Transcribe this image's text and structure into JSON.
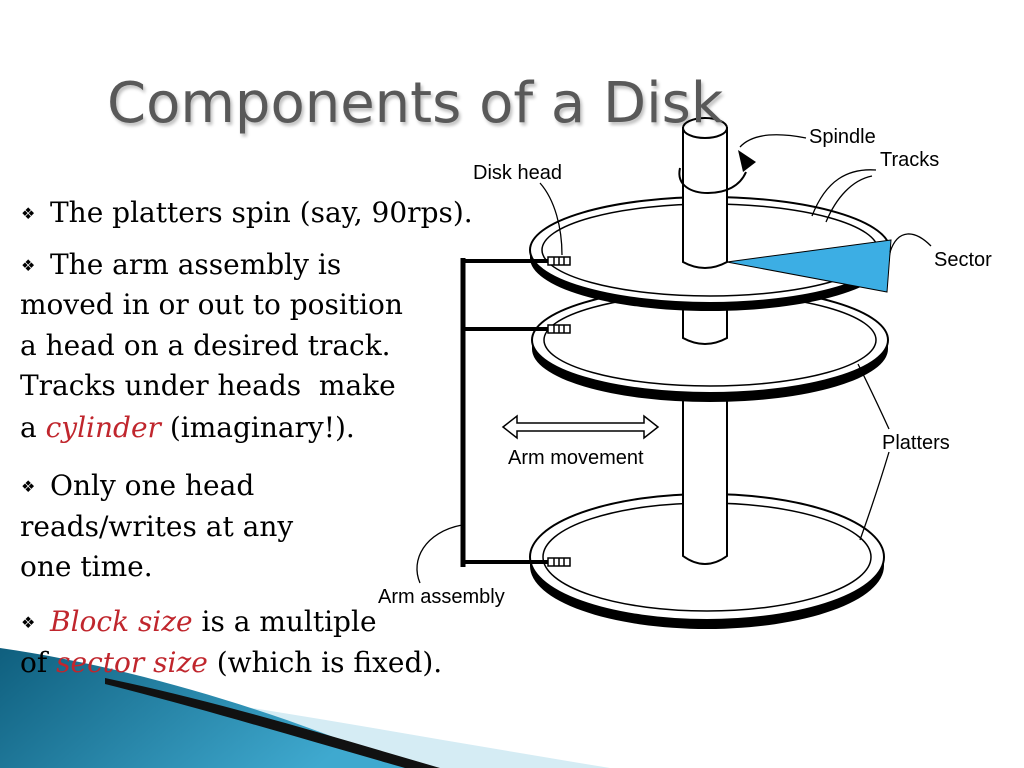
{
  "slide": {
    "title": "Components of a Disk",
    "bullet_glyph": "❖",
    "bullets": [
      {
        "lines": [
          [
            "The platters spin (say, 90rps)."
          ]
        ]
      },
      {
        "lines": [
          [
            "The arm assembly is"
          ],
          [
            "moved in or out to position"
          ],
          [
            "a head on a desired track."
          ],
          [
            "Tracks under heads  make"
          ],
          [
            "a ",
            "cylinder",
            " (imaginary!)."
          ]
        ]
      },
      {
        "lines": [
          [
            "Only one head"
          ],
          [
            "reads/writes at any"
          ],
          [
            "one time."
          ]
        ]
      },
      {
        "lines": [
          [
            "Block size",
            " is a multiple"
          ],
          [
            "of ",
            "sector size",
            " (which is fixed)."
          ]
        ]
      }
    ]
  },
  "diagram": {
    "labels": {
      "spindle": "Spindle",
      "tracks": "Tracks",
      "disk_head": "Disk head",
      "sector": "Sector",
      "platters": "Platters",
      "arm_movement": "Arm movement",
      "arm_assembly": "Arm assembly"
    },
    "icons": {
      "bullet": "diamond-bullet-icon",
      "rotation": "rotation-arrow-icon",
      "arm_movement": "double-arrow-icon"
    }
  },
  "colors": {
    "title": "#595959",
    "body_text": "#000000",
    "emphasis": "#c0262d",
    "sector": "#3caee4",
    "decoration_dark": "#0f5f7e",
    "decoration_mid": "#3fa9cf",
    "decoration_light": "#d5ecf4"
  }
}
